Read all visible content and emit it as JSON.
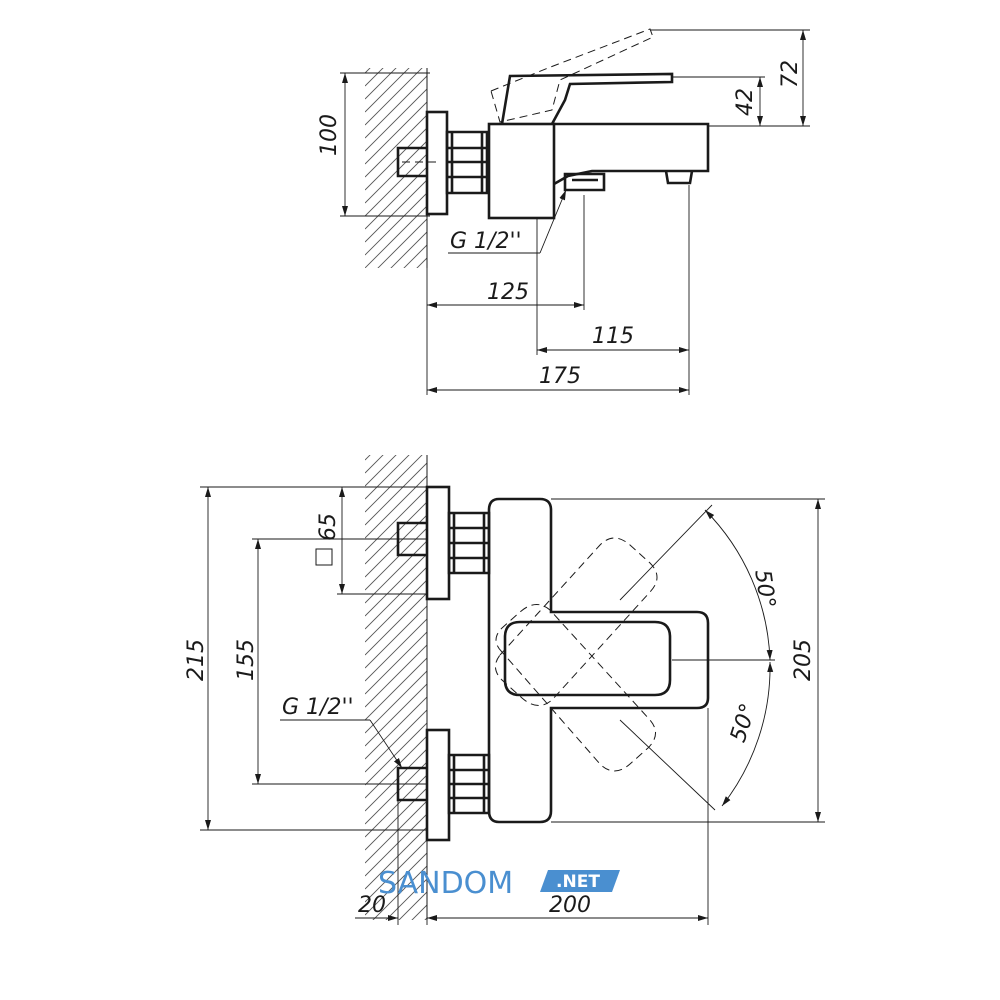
{
  "top_view": {
    "dim_72": "72",
    "dim_42": "42",
    "dim_100": "100",
    "thread": "G 1/2''",
    "dim_125": "125",
    "dim_115": "115",
    "dim_175": "175"
  },
  "front_view": {
    "square_65": "65",
    "dim_215": "215",
    "dim_155": "155",
    "thread": "G 1/2''",
    "angle_upper": "50°",
    "angle_lower": "50°",
    "dim_205": "205",
    "dim_20": "20",
    "dim_200": "200"
  },
  "watermark": {
    "brand": "SANDOM",
    "suffix": ".NET",
    "brand_color": "#4a8fd0"
  }
}
